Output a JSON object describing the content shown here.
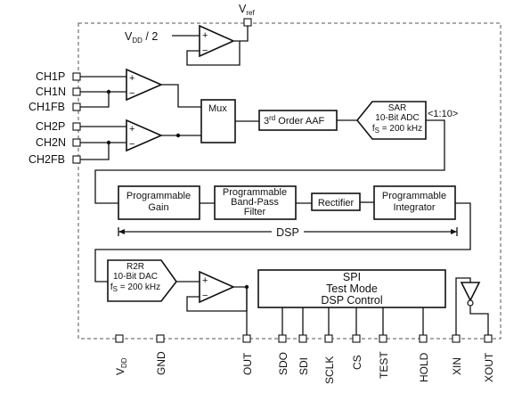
{
  "vref": {
    "main": "V",
    "sub": "ref"
  },
  "vdd_half": {
    "main": "V",
    "sub": "DD",
    "tail": " / 2"
  },
  "inputs": [
    "CH1P",
    "CH1N",
    "CH1FB",
    "CH2P",
    "CH2N",
    "CH2FB"
  ],
  "mux": "Mux",
  "aaf": {
    "main": "3",
    "sup": "rd",
    "tail": " Order AAF"
  },
  "adc": {
    "l1": "SAR",
    "l2": "10-Bit ADC",
    "l3a": "f",
    "l3s": "S",
    "l3b": " = 200 kHz"
  },
  "bus": "<1:10>",
  "dsp_blocks": {
    "gain": [
      "Programmable",
      "Gain"
    ],
    "bpf": [
      "Programmable",
      "Band-Pass",
      "Filter"
    ],
    "rect": "Rectifier",
    "integ": [
      "Programmable",
      "Integrator"
    ]
  },
  "dsp_label": "DSP",
  "dac": {
    "l1": "R2R",
    "l2": "10-Bit DAC",
    "l3a": "f",
    "l3s": "S",
    "l3b": " = 200 kHz"
  },
  "spi": [
    "SPI",
    "Test Mode",
    "DSP Control"
  ],
  "opamp_signs": {
    "plus": "+",
    "minus": "−"
  },
  "bottom_pins": {
    "vdd_main": "V",
    "vdd_sub": "DD",
    "gnd": "GND",
    "out": "OUT",
    "sdo": "SDO",
    "sdi": "SDI",
    "sclk": "SCLK",
    "cs": "CS",
    "test": "TEST",
    "hold": "HOLD",
    "xin": "XIN",
    "xout": "XOUT"
  }
}
